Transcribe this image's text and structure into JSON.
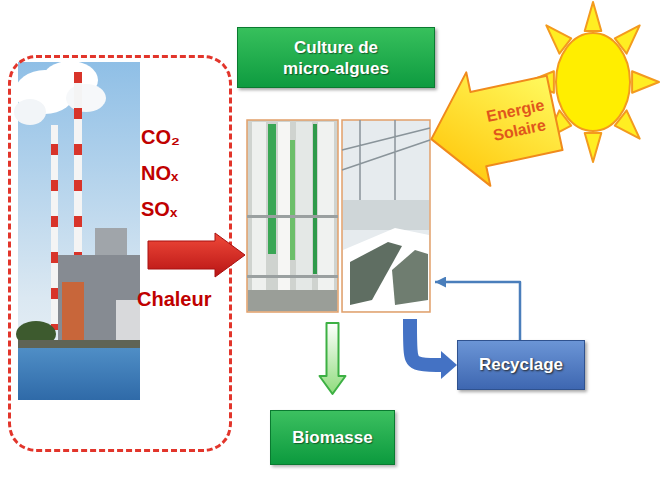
{
  "diagram": {
    "nodes": [
      {
        "text": [
          "CO₂ NOₓ SOₓ",
          "Chaleur"
        ]
      },
      {
        "text": [
          "Culture de micro-algues"
        ]
      },
      {
        "text": [
          "Energie Solaire"
        ]
      },
      {
        "text": [
          "Recyclage"
        ]
      },
      {
        "text": [
          "Biomasse"
        ]
      }
    ],
    "edges": [
      {
        "from": 0,
        "to": 1,
        "arrow": "to"
      },
      {
        "from": 1,
        "to": 4,
        "arrow": "to"
      },
      {
        "from": 1,
        "to": 3,
        "arrow": "to"
      },
      {
        "from": 3,
        "to": 1,
        "arrow": "to"
      }
    ]
  }
}
